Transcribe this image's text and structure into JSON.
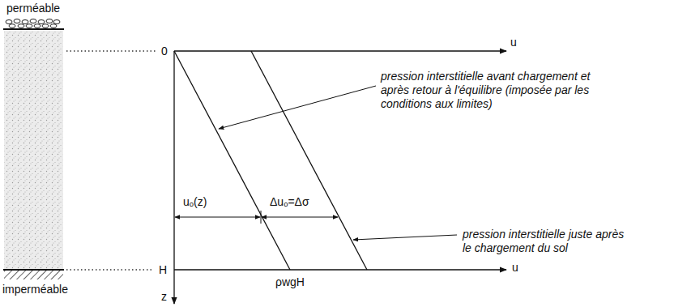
{
  "diagram": {
    "labels": [
      "perméable",
      "0",
      "u",
      "pression interstitielle avant chargement et après retour à l'équilibre (imposée par les conditions aux limites)",
      "uₒ(z)",
      "Δuₒ=Δσ",
      "pression interstitielle juste après le chargement du sol",
      "imperméable",
      "H",
      "ρwgH",
      "u",
      "z"
    ]
  }
}
